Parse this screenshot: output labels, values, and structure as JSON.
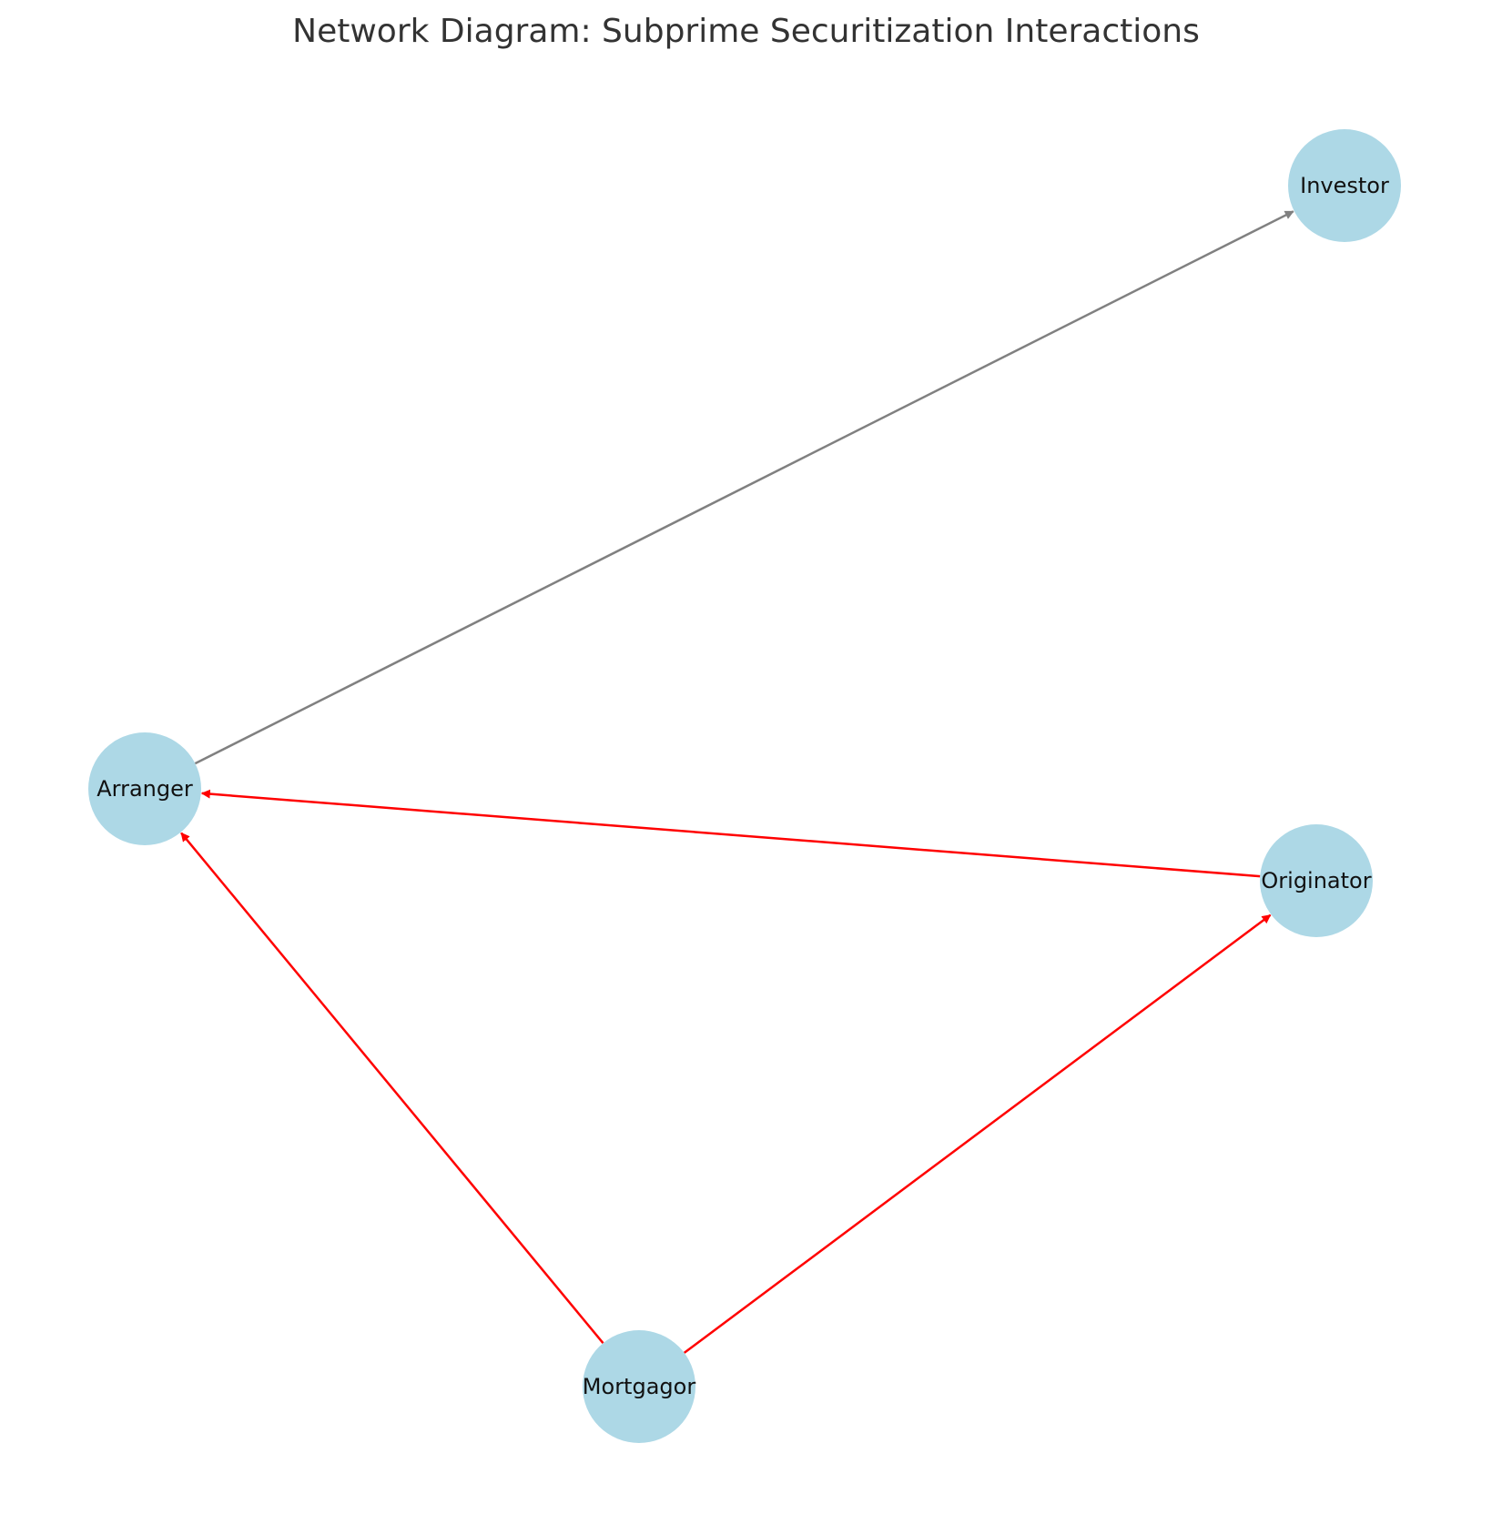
{
  "title": "Network Diagram: Subprime Securitization Interactions",
  "colors": {
    "node_fill": "#add8e6",
    "edge_red": "#ff0000",
    "edge_gray": "#808080",
    "label": "#111111"
  },
  "nodes": [
    {
      "id": "Investor",
      "label": "Investor"
    },
    {
      "id": "Arranger",
      "label": "Arranger"
    },
    {
      "id": "Originator",
      "label": "Originator"
    },
    {
      "id": "Mortgagor",
      "label": "Mortgagor"
    }
  ],
  "edges": [
    {
      "source": "Arranger",
      "target": "Investor",
      "color": "gray"
    },
    {
      "source": "Originator",
      "target": "Arranger",
      "color": "red"
    },
    {
      "source": "Mortgagor",
      "target": "Arranger",
      "color": "red"
    },
    {
      "source": "Mortgagor",
      "target": "Originator",
      "color": "red"
    }
  ]
}
